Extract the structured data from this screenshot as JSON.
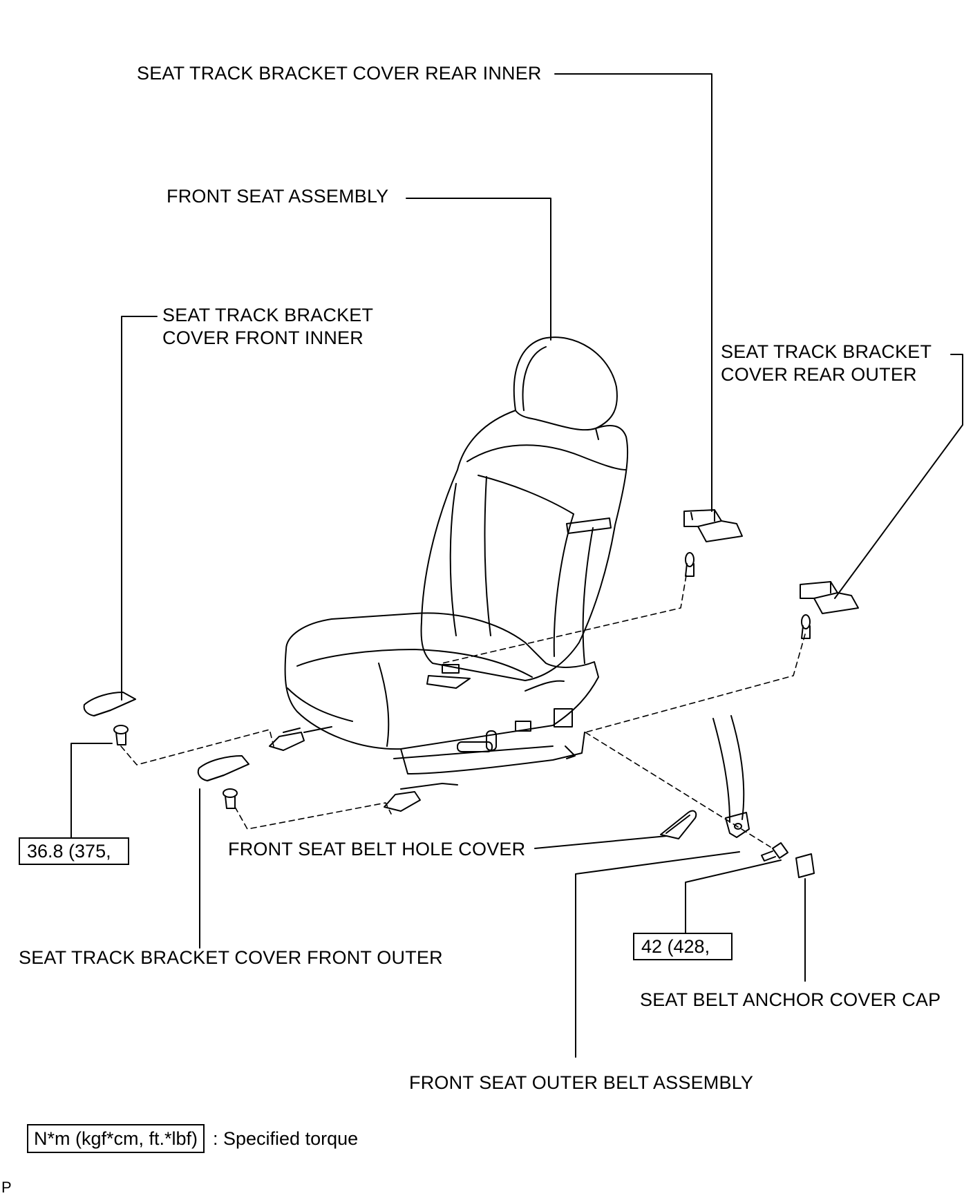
{
  "labels": {
    "rear_inner": "SEAT TRACK BRACKET COVER REAR INNER",
    "front_seat_assembly": "FRONT SEAT ASSEMBLY",
    "front_inner_line1": "SEAT TRACK BRACKET",
    "front_inner_line2": "COVER FRONT INNER",
    "rear_outer_line1": "SEAT TRACK BRACKET",
    "rear_outer_line2": "COVER REAR OUTER",
    "belt_hole_cover": "FRONT SEAT BELT HOLE COVER",
    "front_outer": "SEAT TRACK BRACKET COVER FRONT OUTER",
    "anchor_cover_cap": "SEAT BELT ANCHOR COVER CAP",
    "outer_belt_assembly": "FRONT SEAT OUTER BELT ASSEMBLY"
  },
  "torque": {
    "seat_bolt": "36.8 (375,",
    "anchor_bolt": "42 (428,"
  },
  "legend": {
    "box": "N*m (kgf*cm, ft.*lbf)",
    "text": ": Specified torque"
  },
  "corner_mark": "P"
}
